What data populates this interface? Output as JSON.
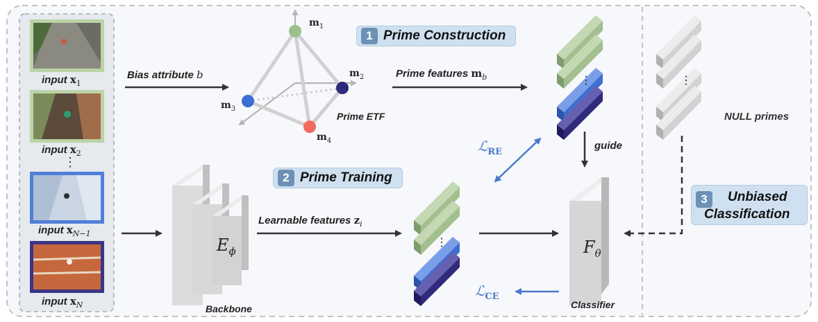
{
  "inputs": [
    {
      "label": "input",
      "symbol": "x",
      "sub": "1"
    },
    {
      "label": "input",
      "symbol": "x",
      "sub": "2"
    },
    {
      "label": "input",
      "symbol": "x",
      "sub": "N−1"
    },
    {
      "label": "input",
      "symbol": "x",
      "sub": "N"
    }
  ],
  "vdots": "⋮",
  "bias_attribute": {
    "label": "Bias attribute",
    "symbol": "b"
  },
  "prime_etf": {
    "label": "Prime ETF",
    "vertices": [
      {
        "symbol": "m",
        "sub": "1",
        "color": "#9cbf8c"
      },
      {
        "symbol": "m",
        "sub": "2",
        "color": "#2d2a7a"
      },
      {
        "symbol": "m",
        "sub": "3",
        "color": "#3b6fd4"
      },
      {
        "symbol": "m",
        "sub": "4",
        "color": "#f06b5e"
      }
    ]
  },
  "prime_features": {
    "label": "Prime features",
    "symbol": "m",
    "sub": "b"
  },
  "step1": {
    "num": "1",
    "label": "Prime Construction"
  },
  "step2": {
    "num": "2",
    "label": "Prime Training"
  },
  "step3": {
    "num": "3",
    "label_line1": "Unbiased",
    "label_line2": "Classification"
  },
  "null_primes": "NULL primes",
  "loss_re": {
    "symbol": "ℒ",
    "sub": "RE"
  },
  "loss_ce": {
    "symbol": "ℒ",
    "sub": "CE"
  },
  "guide": "guide",
  "backbone": {
    "label": "Backbone",
    "symbol": "E",
    "sub": "ϕ"
  },
  "learnable_features": {
    "label": "Learnable features",
    "symbol": "z",
    "sub": "i"
  },
  "classifier": {
    "label": "Classifier",
    "symbol": "F",
    "sub": "θ"
  },
  "colors": {
    "green": "#a3bf8f",
    "blue": "#3f6fd2",
    "navy": "#2f2a7c",
    "gray": "#d2d2d2",
    "accent_blue": "#4b78c9",
    "panel_bg": "#f7f9fc",
    "step_box": "#cfe0f0"
  }
}
